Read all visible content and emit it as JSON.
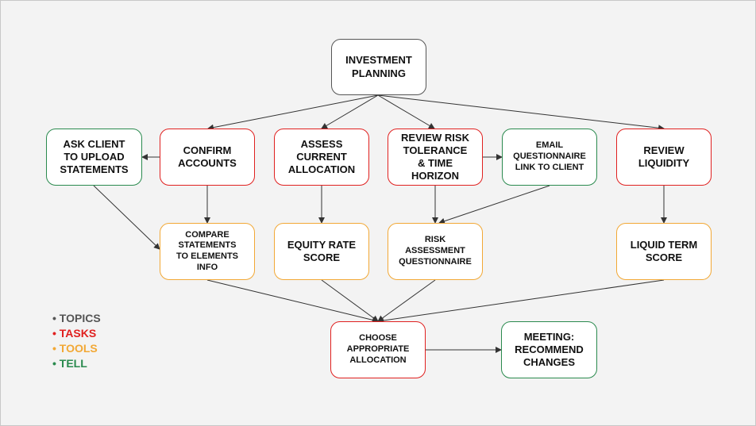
{
  "colors": {
    "topic": "#555555",
    "task": "#e0201f",
    "tool": "#f2a835",
    "tell": "#2a8a4e",
    "arrow": "#333333"
  },
  "nodes": {
    "investment_planning": "INVESTMENT\nPLANNING",
    "ask_client": "ASK CLIENT\nTO UPLOAD\nSTATEMENTS",
    "confirm_accounts": "CONFIRM\nACCOUNTS",
    "assess_current": "ASSESS\nCURRENT\nALLOCATION",
    "review_risk": "REVIEW RISK\nTOLERANCE\n& TIME\nHORIZON",
    "email_questionnaire": "EMAIL\nQUESTIONNAIRE\nLINK TO CLIENT",
    "review_liquidity": "REVIEW\nLIQUIDITY",
    "compare_statements": "COMPARE\nSTATEMENTS\nTO ELEMENTS\nINFO",
    "equity_rate": "EQUITY RATE\nSCORE",
    "risk_assessment": "RISK\nASSESSMENT\nQUESTIONNAIRE",
    "liquid_term": "LIQUID TERM\nSCORE",
    "choose_allocation": "CHOOSE\nAPPROPRIATE\nALLOCATION",
    "meeting": "MEETING:\nRECOMMEND\nCHANGES"
  },
  "legend": {
    "topics": "• TOPICS",
    "tasks": "• TASKS",
    "tools": "• TOOLS",
    "tell": "• TELL"
  }
}
